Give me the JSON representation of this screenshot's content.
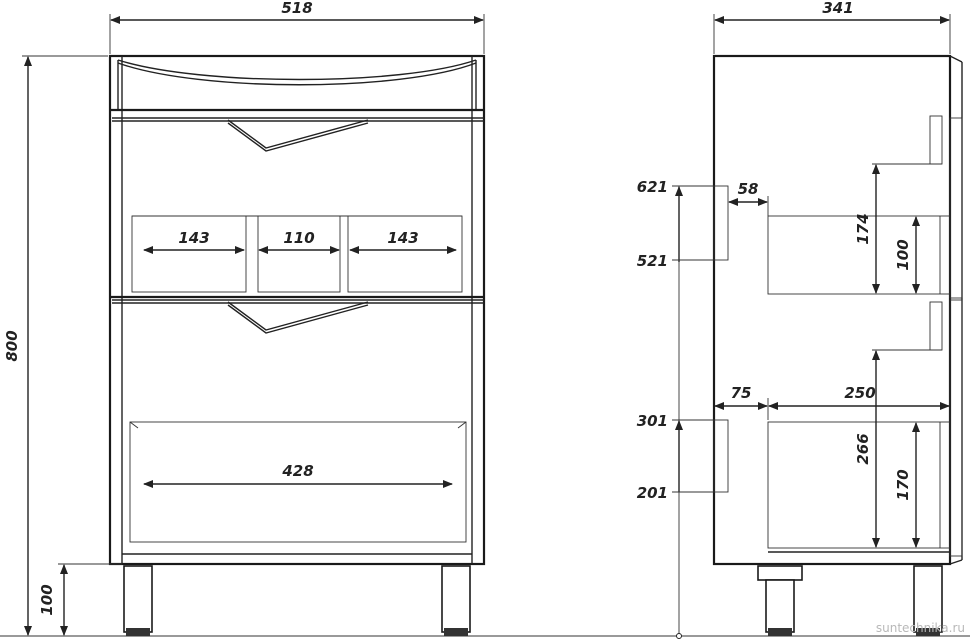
{
  "front_view": {
    "width_total": "518",
    "height_total": "800",
    "leg_height": "100",
    "top_drawer_sections": [
      "143",
      "110",
      "143"
    ],
    "bottom_drawer_inner": "428"
  },
  "side_view": {
    "depth_total": "341",
    "level_621": "621",
    "level_521": "521",
    "level_301": "301",
    "level_201": "201",
    "offset_58": "58",
    "offset_75": "75",
    "depth_250": "250",
    "drawer_174": "174",
    "drawer_100": "100",
    "drawer_266": "266",
    "drawer_170": "170"
  },
  "watermark": "suntechnika.ru"
}
